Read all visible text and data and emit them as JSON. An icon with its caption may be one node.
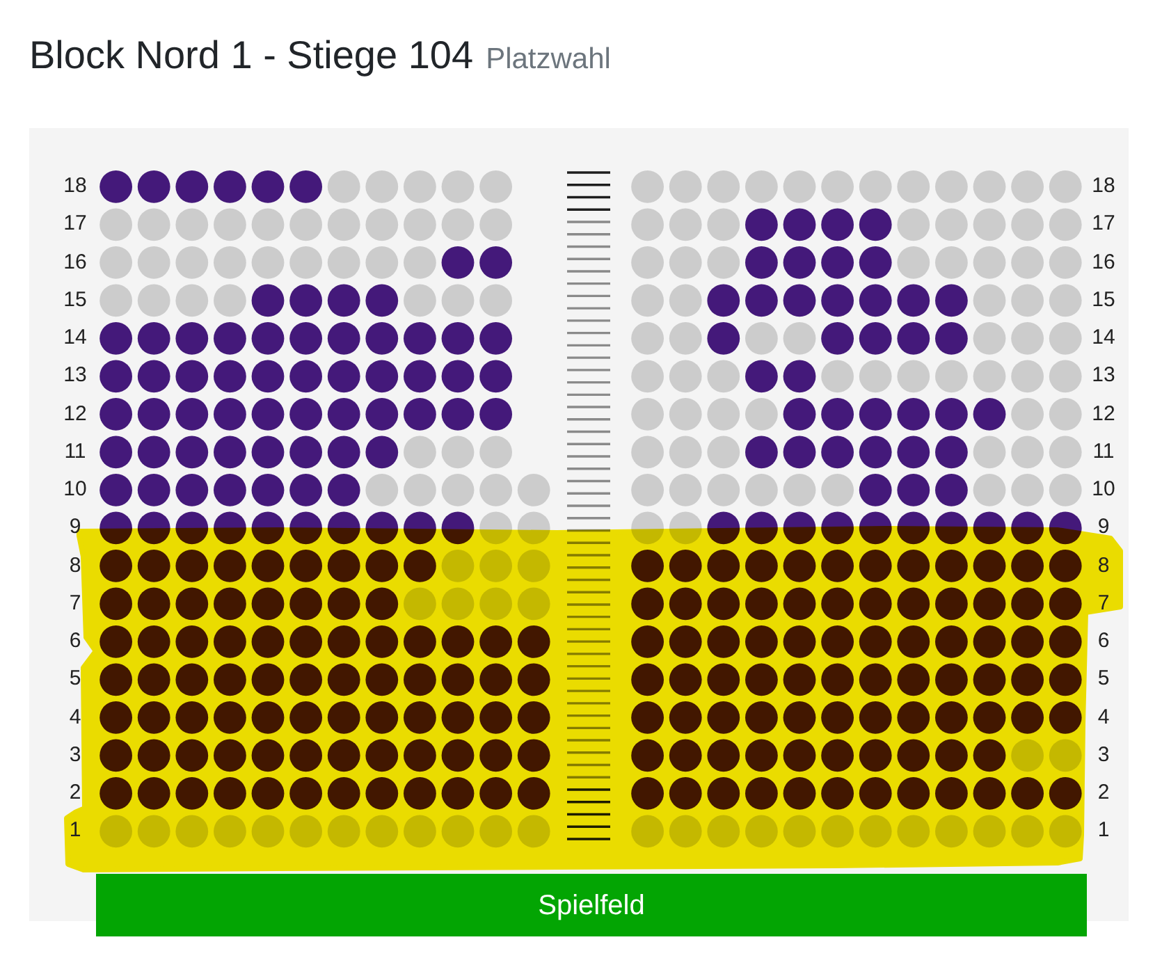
{
  "diagram": {
    "title": "Block Nord 1 - Stiege 104",
    "nodes": [
      {
        "text": [
          "Spielfeld"
        ]
      }
    ],
    "labels": [
      "Platzwahl",
      "18",
      "18",
      "17",
      "17",
      "16",
      "16",
      "15",
      "15",
      "14",
      "14",
      "13",
      "13",
      "12",
      "12",
      "11",
      "11",
      "10",
      "10",
      "9",
      "9",
      "8",
      "8",
      "7",
      "7",
      "6",
      "6",
      "5",
      "5",
      "4",
      "4",
      "3",
      "3",
      "2",
      "2",
      "1",
      "1"
    ]
  }
}
